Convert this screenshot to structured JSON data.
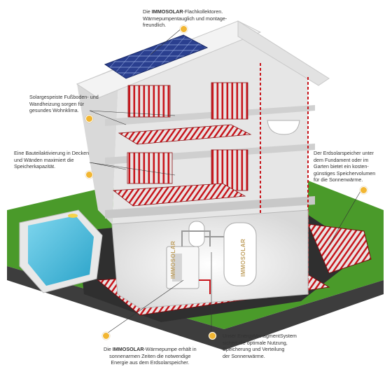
{
  "callouts": {
    "solar_collectors": {
      "lines": [
        "Die ",
        "IMMOSOLAR",
        "-Flachkollektoren.",
        "Wärmepumpentauglich und montage-",
        "freundlich."
      ]
    },
    "floor_heating": {
      "lines": [
        "Solargespeiste Fußboden- und",
        "Wandheizung sorgen für",
        "gesundes Wohnklima."
      ]
    },
    "component_activation": {
      "lines": [
        "Eine Bauteilaktivierung in Decken",
        "und Wänden maximiert die",
        "Speicherkapazität."
      ]
    },
    "ground_storage": {
      "lines": [
        "Der Erdsolarspeicher unter",
        "dem Fundament oder im",
        "Garten bietet ein kosten-",
        "günstiges Speichervolumen",
        "für die Sonnenwärme."
      ]
    },
    "heat_pump": {
      "lines": [
        "Die ",
        "IMMOSOLAR",
        "-Wärmepumpe erhält in",
        "sonnenarmen Zeiten die notwendige",
        "Energie aus dem Erdsolarspeicher."
      ]
    },
    "energy_management": {
      "lines": [
        "Unser EnergyManagmentSystem",
        "sichert die optimale Nutzung,",
        "Speicherung und Verteilung",
        "der Sonnenwärme."
      ]
    }
  },
  "tank_wordmarks": [
    "IMMOSOLAR",
    "IMMOSOLAR"
  ],
  "colors": {
    "heating_pipe": "#c8151b",
    "wall": "#e6e6e6",
    "roof": "#f0f0f0",
    "grass": "#4a9a2a",
    "pool_water": "#3fb6d8",
    "callout_dot": "#f2b632",
    "solar_panel": "#2a3f8f"
  }
}
